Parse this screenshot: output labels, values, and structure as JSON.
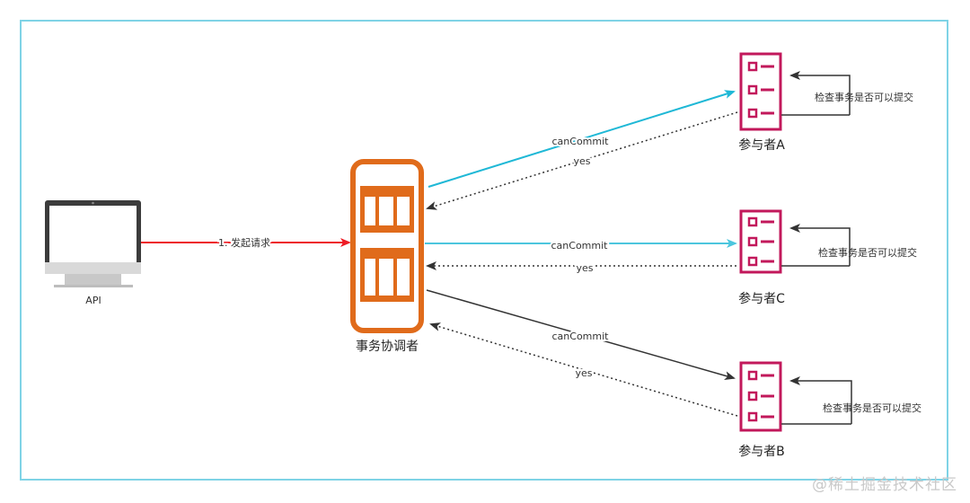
{
  "nodes": {
    "api": "API",
    "coordinator": "事务协调者",
    "participant_a": "参与者A",
    "participant_c": "参与者C",
    "participant_b": "参与者B"
  },
  "edges": {
    "request": "1. 发起请求",
    "can_commit": "canCommit",
    "yes": "yes",
    "self_check": "检查事务是否可以提交"
  },
  "watermark": "@稀土掘金技术社区",
  "colors": {
    "frame": "#7fd3e6",
    "request_arrow": "#ee1c25",
    "can_commit_a": "#1fb8d6",
    "can_commit_c": "#4cc6de",
    "can_commit_b": "#333333",
    "coordinator": "#e06b1b",
    "participant": "#c2185b"
  },
  "icons": {
    "api": "desktop-monitor-icon",
    "coordinator": "server-icon",
    "participant": "checklist-icon"
  }
}
